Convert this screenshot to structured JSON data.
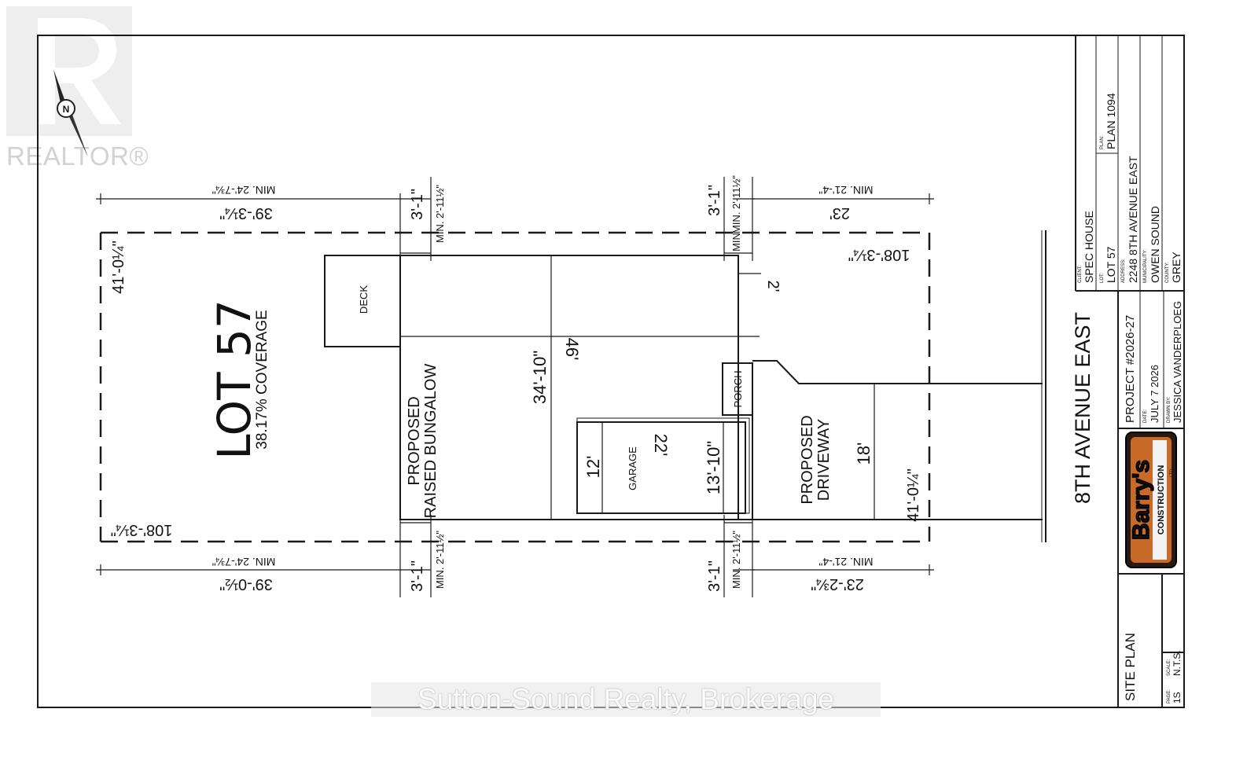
{
  "logo": {
    "name": "REALTOR®",
    "registered": "®"
  },
  "watermark": "Sutton-Sound Realty, Brokerage",
  "plan": {
    "lot_label": "LOT 57",
    "coverage": "38.17% COVERAGE",
    "house": [
      "PROPOSED",
      "RAISED BUNGALOW"
    ],
    "deck": "DECK",
    "porch": "PORCH",
    "garage": "GARAGE",
    "driveway": [
      "PROPOSED",
      "DRIVEWAY"
    ],
    "street": "8TH AVENUE EAST",
    "dims": {
      "top_left_min": "MIN. 24'-7¾\"",
      "top_left": "39'-3¼\"",
      "top_side_a": "3'-1\"",
      "top_side_a_min": "MIN. 2'-11½\"",
      "top_side_b": "3'-1\"",
      "top_side_b_min": "MIN. 2'-11½\"",
      "top_right_min": "MIN. 21'-4\"",
      "top_right": "23'",
      "right_depth_top": "108'-3¼\"",
      "left_depth_bottom": "108'-3¼\"",
      "left_width": "41'-0¼\"",
      "right_width": "41'-0¼\"",
      "two": "2'",
      "forty_six": "46'",
      "house_width": "34'-10\"",
      "twelve": "12'",
      "twenty_two": "22'",
      "garage_w": "13'-10\"",
      "eighteen": "18'",
      "bottom_left_min": "MIN. 24'-7¾\"",
      "bottom_left": "39'-0½\"",
      "bottom_side_a": "3'-1\"",
      "bottom_side_a_min": "MIN. 2'-11½\"",
      "bottom_side_b": "3'-1\"",
      "bottom_side_b_min": "MIN. 2'-11½\"",
      "bottom_right_min": "MIN. 21'-4\"",
      "bottom_right": "23'-2¾\"",
      "min_short": "MIN"
    }
  },
  "title_block": {
    "client_label": "CLIENT:",
    "client": "SPEC HOUSE",
    "plan_label": "PLAN:",
    "plan": "PLAN 1094",
    "lot_label": "LOT:",
    "lot": "LOT 57",
    "address_label": "ADDRESS:",
    "address": "2248 8TH AVENUE EAST",
    "municipality_label": "MUNICIPALITY:",
    "municipality": "OWEN SOUND",
    "county_label": "COUNTY:",
    "county": "GREY",
    "project": "PROJECT #2026-27",
    "date_label": "DATE:",
    "date": "JULY 7 2026",
    "drawn_label": "DRAWN BY:",
    "drawn": "JESSICA VANDERPLOEG",
    "company_logo": [
      "Barry's",
      "CONSTRUCTION",
      "LTD."
    ],
    "sheet_title": "SITE PLAN",
    "page_label": "PAGE:",
    "page": "1S",
    "scale_label": "SCALE:",
    "scale": "N.T.S."
  }
}
